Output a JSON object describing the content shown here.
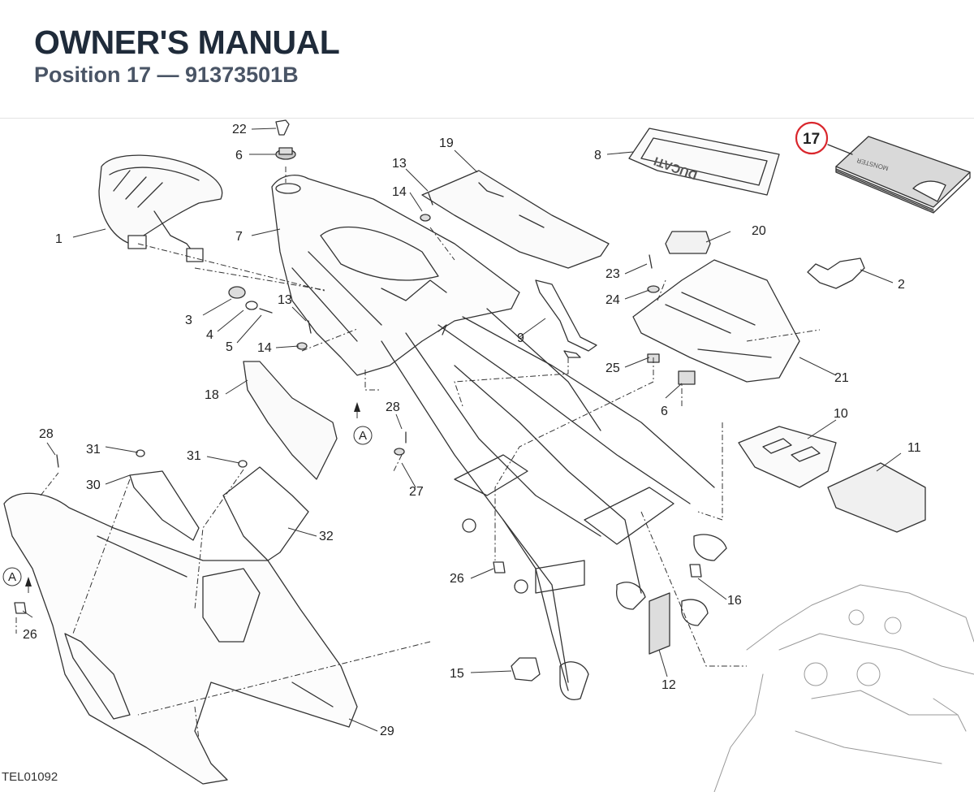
{
  "header": {
    "title": "OWNER'S MANUAL",
    "subtitle": "Position 17 — 91373501B"
  },
  "highlight": {
    "number": "17",
    "color": "#d9262c"
  },
  "part_numbers": [
    "1",
    "2",
    "3",
    "4",
    "5",
    "6",
    "7",
    "8",
    "9",
    "10",
    "11",
    "12",
    "13",
    "14",
    "15",
    "16",
    "18",
    "19",
    "20",
    "21",
    "22",
    "23",
    "24",
    "25",
    "26",
    "27",
    "28",
    "29",
    "30",
    "31",
    "32"
  ],
  "duplicate_labels": {
    "six_b": "6",
    "thirteen_b": "13",
    "fourteen_b": "14",
    "twenty_six_b": "26",
    "twenty_eight_b": "28",
    "thirty_one_b": "31"
  },
  "view_references": {
    "a1": "A",
    "a2": "A"
  },
  "booklet_text": "MONSTER",
  "cover_text": "DUCATI",
  "reference_code": "TEL01092"
}
